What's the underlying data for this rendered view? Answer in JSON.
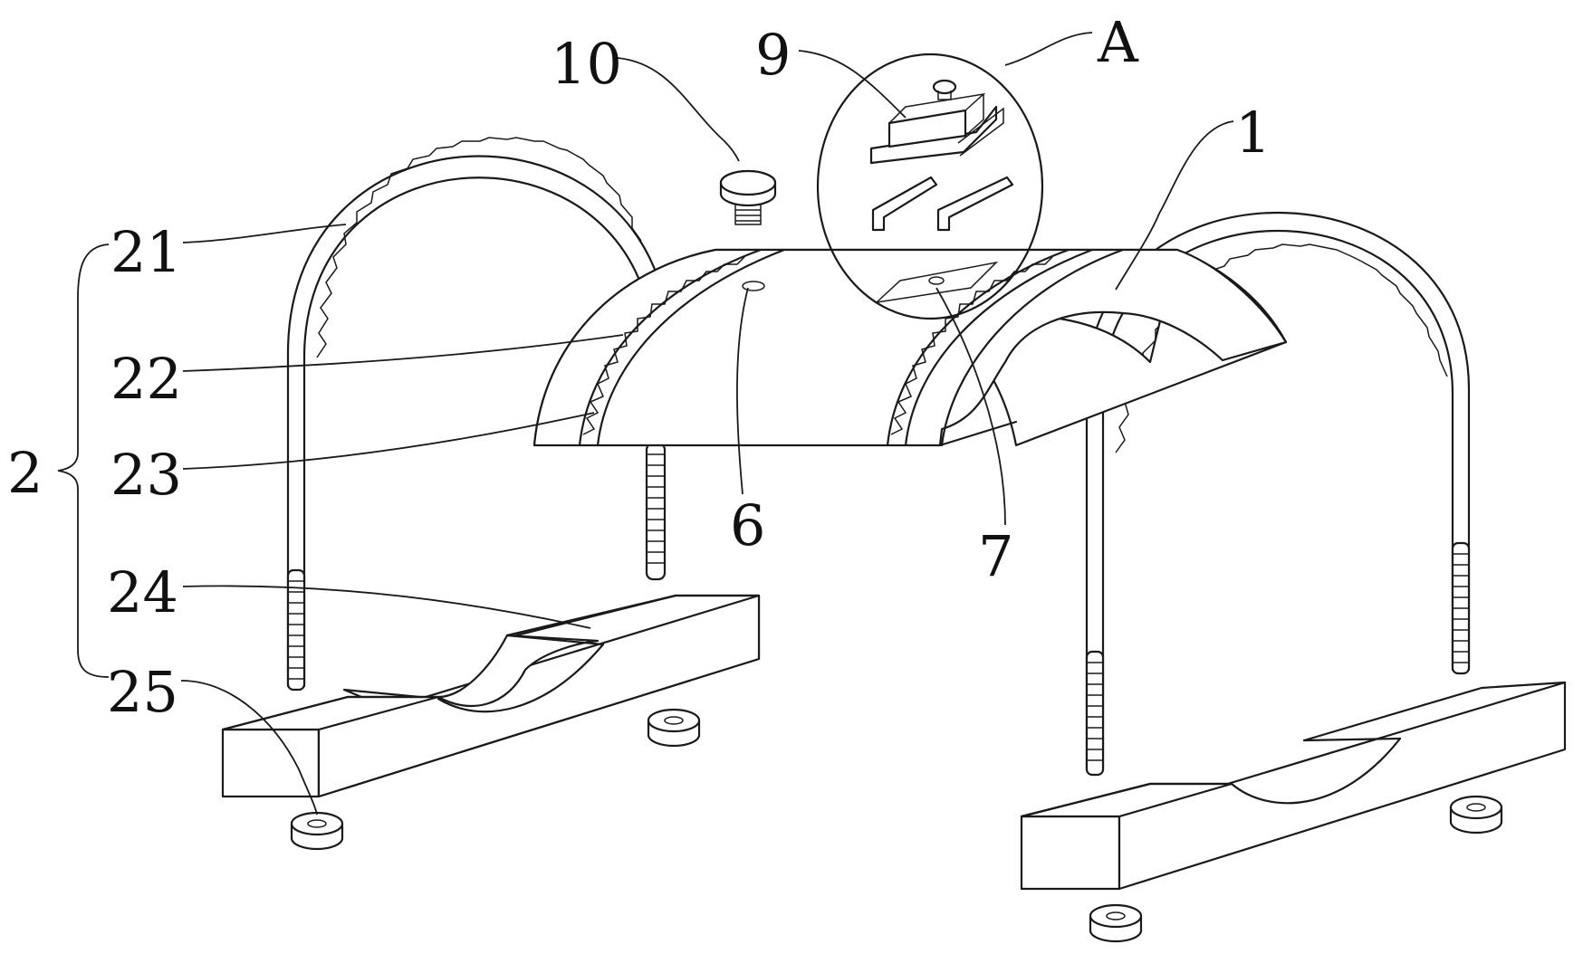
{
  "labels": {
    "l10": "10",
    "l9": "9",
    "lA": "A",
    "l1": "1",
    "l21": "21",
    "l22": "22",
    "l23": "23",
    "l2": "2",
    "l24": "24",
    "l25": "25",
    "l6": "6",
    "l7": "7"
  }
}
